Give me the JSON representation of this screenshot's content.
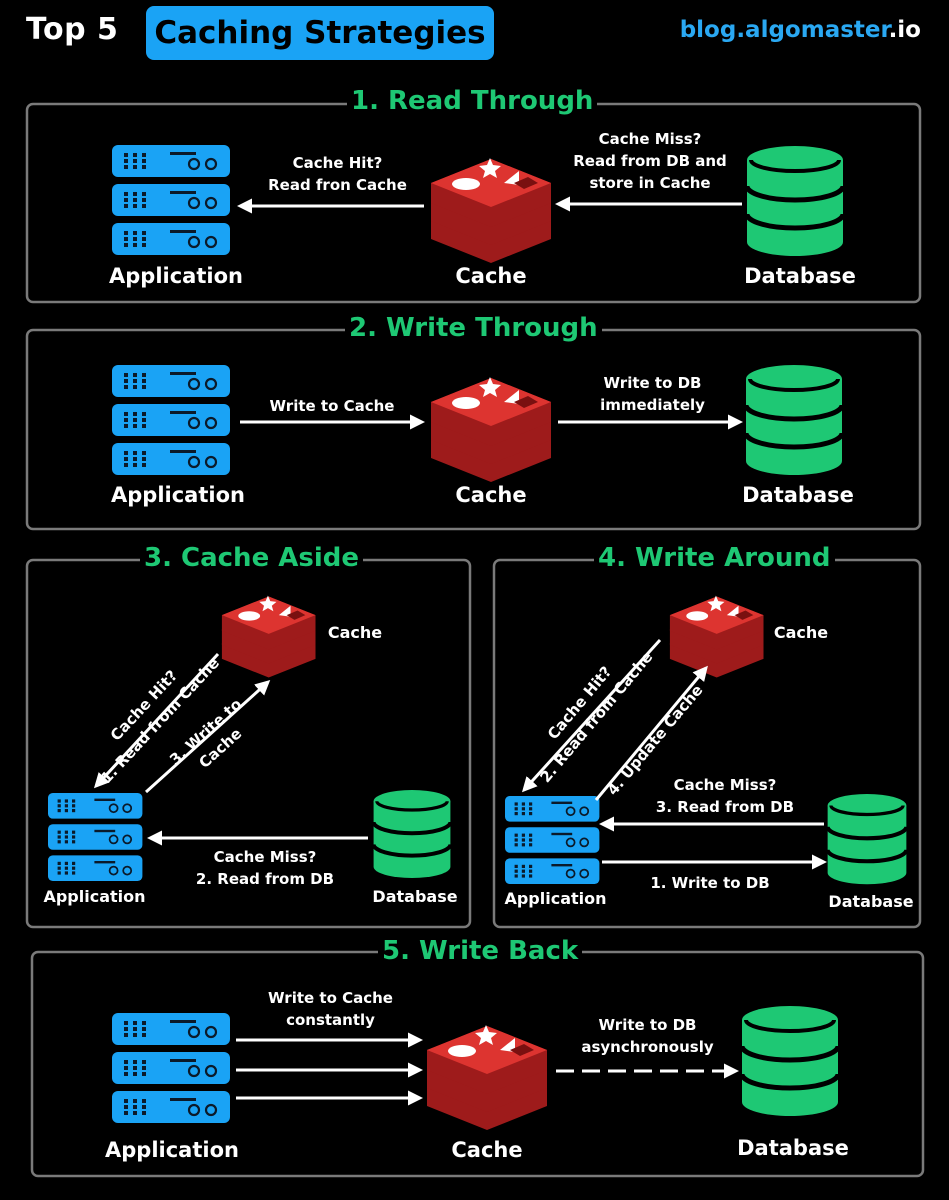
{
  "header": {
    "prefix": "Top 5",
    "title": "Caching Strategies",
    "brand_blue": "blog.algomaster",
    "brand_white": ".io"
  },
  "colors": {
    "background": "#000000",
    "accent_blue": "#1aa3f5",
    "section_title_green": "#1ec874",
    "database_green": "#1ec874",
    "cache_red": "#d9302c",
    "box_border": "#7a7a7a"
  },
  "icons": {
    "application": "server-rack-icon",
    "cache": "redis-stack-icon",
    "database": "database-cylinder-icon"
  },
  "sections": {
    "read_through": {
      "title": "1. Read Through",
      "app_label": "Application",
      "cache_label": "Cache",
      "db_label": "Database",
      "arrow_left_1": "Cache Hit?",
      "arrow_left_2": "Read fron Cache",
      "arrow_right_1": "Cache Miss?",
      "arrow_right_2": "Read from DB and",
      "arrow_right_3": "store in Cache"
    },
    "write_through": {
      "title": "2. Write Through",
      "app_label": "Application",
      "cache_label": "Cache",
      "db_label": "Database",
      "arrow_left_1": "Write to Cache",
      "arrow_right_1": "Write to DB",
      "arrow_right_2": "immediately"
    },
    "cache_aside": {
      "title": "3. Cache Aside",
      "app_label": "Application",
      "cache_label": "Cache",
      "db_label": "Database",
      "hit_1": "Cache Hit?",
      "hit_2": "1. Read from Cache",
      "write_1": "3. Write to",
      "write_2": "Cache",
      "miss_1": "Cache Miss?",
      "miss_2": "2. Read from DB"
    },
    "write_around": {
      "title": "4. Write Around",
      "app_label": "Application",
      "cache_label": "Cache",
      "db_label": "Database",
      "hit_1": "Cache Hit?",
      "hit_2": "2. Read from Cache",
      "update_1": "4. Update Cache",
      "miss_1": "Cache Miss?",
      "miss_2": "3. Read from DB",
      "write_db": "1. Write to DB"
    },
    "write_back": {
      "title": "5. Write Back",
      "app_label": "Application",
      "cache_label": "Cache",
      "db_label": "Database",
      "arrow_left_1": "Write to Cache",
      "arrow_left_2": "constantly",
      "arrow_right_1": "Write to DB",
      "arrow_right_2": "asynchronously"
    }
  }
}
